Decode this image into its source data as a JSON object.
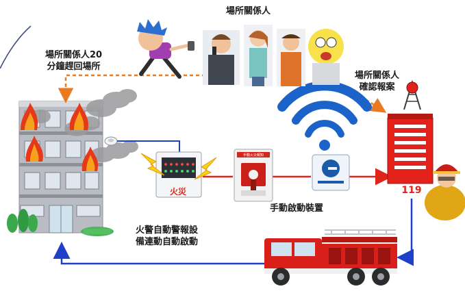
{
  "labels": {
    "stakeholders": "場所關係人",
    "return_line1": "場所關係人20",
    "return_line2": "分鐘趕回場所",
    "confirm_line1": "場所關係人",
    "confirm_line2": "確認報案",
    "manual_device": "手動啟動裝置",
    "auto_line1": "火警自動警報設",
    "auto_line2": "備連動自動啟動",
    "fire_panel_text": "火災",
    "station_number": "119",
    "manual_panel_text": "手動火災報知"
  },
  "colors": {
    "signal_red": "#e0241b",
    "signal_blue": "#1e3fc8",
    "dashed_orange": "#e97a1f",
    "wifi_blue": "#1b63c9",
    "building_gray": "#b9bcc2",
    "station_red": "#e3231b",
    "truck_red": "#d91f1a"
  },
  "icons": {
    "building": "burning-building-icon",
    "detector": "smoke-detector-icon",
    "fire_panel": "fire-alarm-panel-icon",
    "manual_station": "manual-call-point-icon",
    "telecom": "telecom-logo-icon",
    "wifi": "wifi-signal-icon",
    "fire_station": "fire-station-building-icon",
    "firefighter": "firefighter-icon",
    "fire_truck": "fire-truck-icon",
    "runner": "running-person-icon",
    "phone_callers": "phone-caller-icon"
  }
}
